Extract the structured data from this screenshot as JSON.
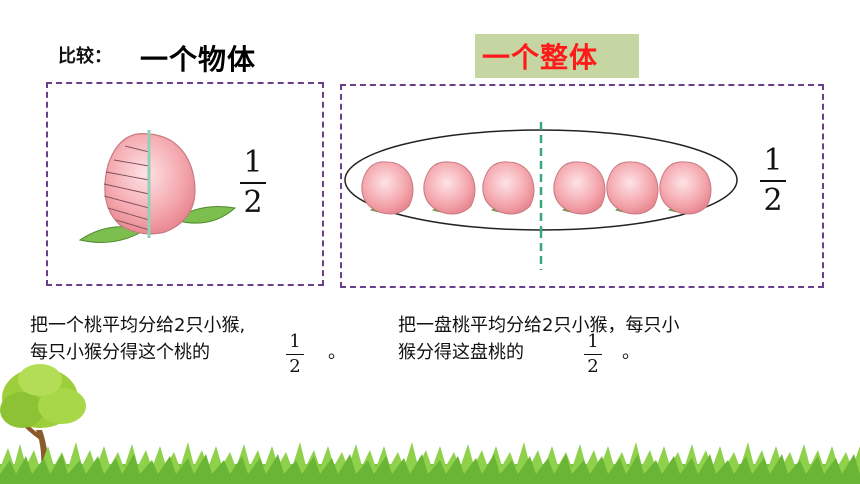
{
  "header": {
    "compare_label": "比较：",
    "left_title": "一个物体",
    "right_title": "一个整体"
  },
  "left_panel": {
    "fraction": {
      "numerator": "1",
      "denominator": "2"
    },
    "description_line1": "把一个桃平均分给2只小猴,",
    "description_line2_prefix": "每只小猴分得这个桃的",
    "description_fraction": {
      "numerator": "1",
      "denominator": "2"
    },
    "description_line2_suffix": "。"
  },
  "right_panel": {
    "fraction": {
      "numerator": "1",
      "denominator": "2"
    },
    "description_line1": "把一盘桃平均分给2只小猴，每只小",
    "description_line2_prefix": "猴分得这盘桃的",
    "description_fraction": {
      "numerator": "1",
      "denominator": "2"
    },
    "description_line2_suffix": "。"
  },
  "colors": {
    "box_border": "#6a3f8c",
    "right_title_text": "#ff1a1a",
    "right_title_bg": "#c6d6a3",
    "peach": "#f4a7ad",
    "leaf": "#7dbf4f",
    "divider": "#3aa77a"
  }
}
